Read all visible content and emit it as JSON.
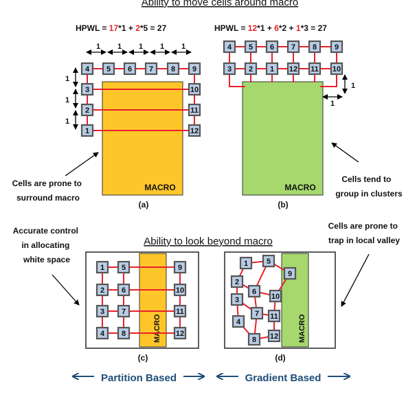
{
  "headings": {
    "top": "Ability to move cells around macro",
    "middle": "Ability to look beyond macro"
  },
  "panel_a": {
    "caption": "(a)",
    "macro_label": "MACRO",
    "formula": {
      "prefix": "HPWL = ",
      "t1": "17",
      "t2": "*1 + ",
      "t3": "2",
      "t4": "*5 = 27"
    },
    "top_cells": [
      "4",
      "5",
      "6",
      "7",
      "8",
      "9"
    ],
    "left_cells": [
      "3",
      "2",
      "1"
    ],
    "right_cells": [
      "10",
      "11",
      "12"
    ],
    "spacing_labels": [
      "1",
      "1",
      "1",
      "1",
      "1"
    ],
    "vertical_labels": [
      "1",
      "1",
      "1"
    ]
  },
  "panel_b": {
    "caption": "(b)",
    "macro_label": "MACRO",
    "formula": {
      "prefix": "HPWL = ",
      "t1": "12",
      "t2": "*1 + ",
      "t3": "6",
      "t4": "*2 + ",
      "t5": "1",
      "t6": "*3 = 27"
    },
    "row1_cells": [
      "4",
      "5",
      "6",
      "7",
      "8",
      "9"
    ],
    "row2_cells": [
      "3",
      "2",
      "1",
      "12",
      "11",
      "10"
    ],
    "dim_labels": [
      "1",
      "1"
    ]
  },
  "panel_c": {
    "caption": "(c)",
    "macro_label": "MACRO",
    "col1": [
      "1",
      "2",
      "3",
      "4"
    ],
    "col2": [
      "5",
      "6",
      "7",
      "8"
    ],
    "col3": [
      "9",
      "10",
      "11",
      "12"
    ]
  },
  "panel_d": {
    "caption": "(d)",
    "macro_label": "MACRO",
    "cells": [
      "1",
      "5",
      "9",
      "2",
      "6",
      "10",
      "3",
      "7",
      "11",
      "4",
      "8",
      "12"
    ]
  },
  "annotations": {
    "a_note": [
      "Cells are prone to",
      "surround macro"
    ],
    "b_note": [
      "Cells tend to",
      "group in clusters"
    ],
    "c_note": [
      "Accurate control",
      "in allocating",
      "white space"
    ],
    "d_note": [
      "Cells are prone to",
      "trap in local valley"
    ]
  },
  "footer": {
    "left": "Partition Based",
    "right": "Gradient Based"
  },
  "colors": {
    "macro_orange": "#FFC62A",
    "macro_green": "#A6D86E",
    "cell_fill": "#B8CCE4",
    "wire_red": "#E8202A",
    "formula_red": "#E8202A",
    "footer_blue": "#1F4E79"
  }
}
